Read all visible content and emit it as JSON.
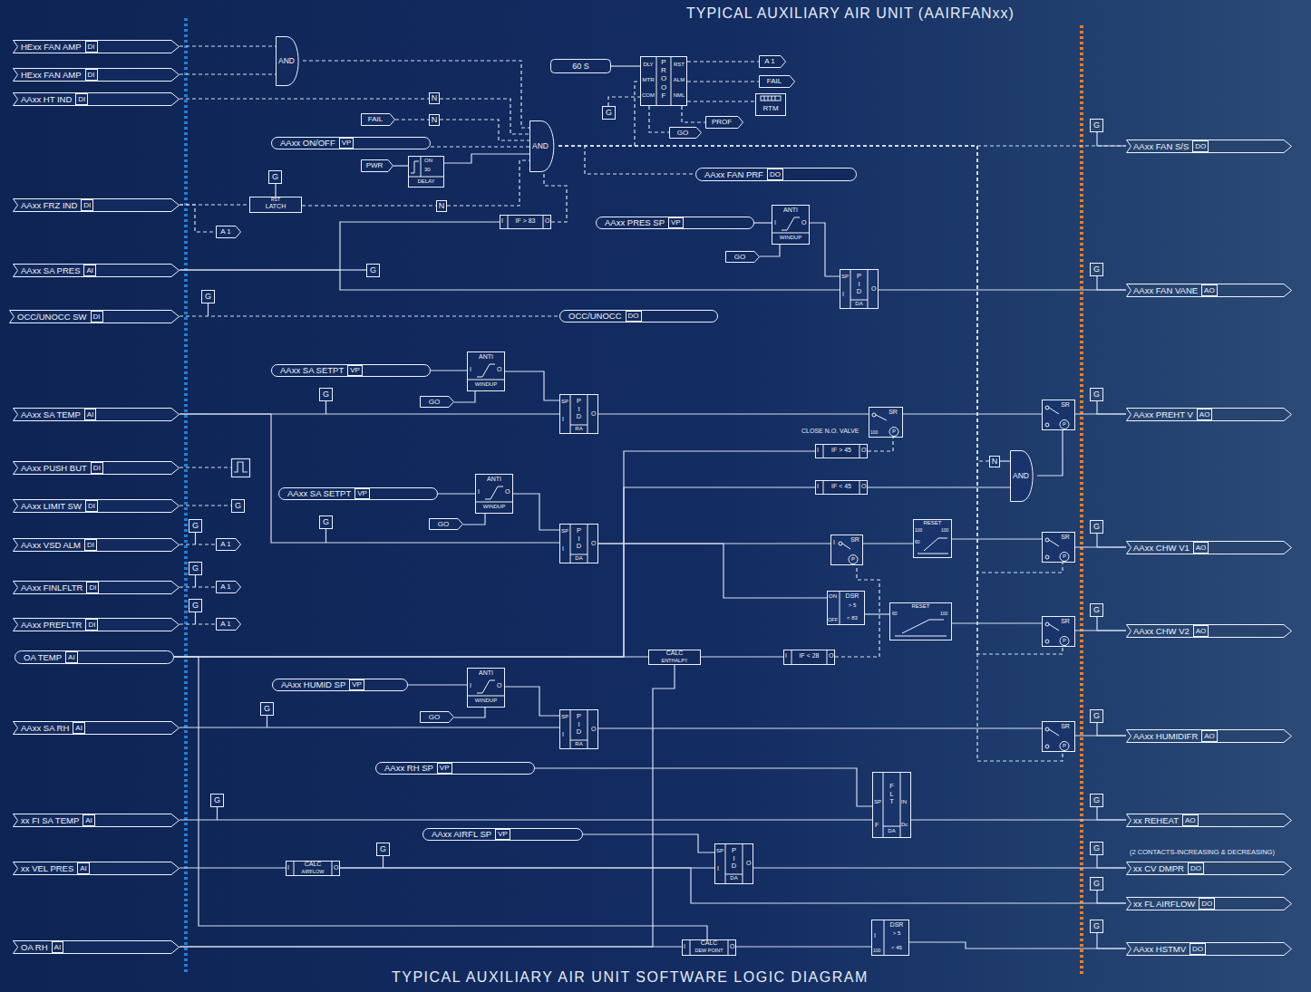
{
  "diagram": {
    "title": "TYPICAL AUXILIARY AIR UNIT (AAIRFANxx)",
    "caption": "TYPICAL AUXILIARY AIR UNIT SOFTWARE LOGIC DIAGRAM",
    "nodes": [
      {
        "text": [
          "HExx FAN AMP",
          "DI"
        ]
      },
      {
        "text": [
          "HExx FAN AMP",
          "DI"
        ]
      },
      {
        "text": [
          "AND"
        ]
      },
      {
        "text": [
          "60 S"
        ]
      },
      {
        "text": [
          "DLY",
          "MTR",
          "COM",
          "P R O O F",
          "RST",
          "ALM",
          "NML"
        ]
      },
      {
        "text": [
          "A 1"
        ]
      },
      {
        "text": [
          "FAIL"
        ]
      },
      {
        "text": [
          "RTM"
        ]
      },
      {
        "text": [
          "AAxx HT IND",
          "DI"
        ]
      },
      {
        "text": [
          "N"
        ]
      },
      {
        "text": [
          "G"
        ]
      },
      {
        "text": [
          "PROF"
        ]
      },
      {
        "text": [
          "FAIL"
        ]
      },
      {
        "text": [
          "N"
        ]
      },
      {
        "text": [
          "GO"
        ]
      },
      {
        "text": [
          "AND"
        ]
      },
      {
        "text": [
          "AAxx ON/OFF",
          "VP"
        ]
      },
      {
        "text": [
          "G"
        ]
      },
      {
        "text": [
          "AAxx FAN S/S",
          "DO"
        ]
      },
      {
        "text": [
          "PWR"
        ]
      },
      {
        "text": [
          "ON",
          "30",
          "DELAY"
        ]
      },
      {
        "text": [
          "G"
        ]
      },
      {
        "text": [
          "AAxx FAN PRF",
          "DO"
        ]
      },
      {
        "text": [
          "AAxx FRZ IND",
          "DI"
        ]
      },
      {
        "text": [
          "RST",
          "LATCH"
        ]
      },
      {
        "text": [
          "N"
        ]
      },
      {
        "text": [
          "I",
          "IF > 83",
          "O"
        ]
      },
      {
        "text": [
          "AAxx PRES SP",
          "VP"
        ]
      },
      {
        "text": [
          "ANTI",
          "I",
          "O",
          "WINDUP"
        ]
      },
      {
        "text": [
          "A 1"
        ]
      },
      {
        "text": [
          "GO"
        ]
      },
      {
        "text": [
          "AAxx SA PRES",
          "AI"
        ]
      },
      {
        "text": [
          "G"
        ]
      },
      {
        "text": [
          "SP",
          "I",
          "P I D",
          "O",
          "DA"
        ]
      },
      {
        "text": [
          "G"
        ]
      },
      {
        "text": [
          "AAxx FAN VANE",
          "AO"
        ]
      },
      {
        "text": [
          "G"
        ]
      },
      {
        "text": [
          "OCC/UNOCC SW",
          "DI"
        ]
      },
      {
        "text": [
          "OCC/UNOCC",
          "DO"
        ]
      },
      {
        "text": [
          "AAxx SA SETPT",
          "VP"
        ]
      },
      {
        "text": [
          "ANTI",
          "I",
          "O",
          "WINDUP"
        ]
      },
      {
        "text": [
          "G"
        ]
      },
      {
        "text": [
          "GO"
        ]
      },
      {
        "text": [
          "AAxx SA TEMP",
          "AI"
        ]
      },
      {
        "text": [
          "SP",
          "I",
          "P I D",
          "O",
          "RA"
        ]
      },
      {
        "text": [
          "SR",
          "100",
          "P"
        ]
      },
      {
        "text": [
          "G"
        ]
      },
      {
        "text": [
          "SR",
          "P"
        ]
      },
      {
        "text": [
          "AAxx PREHT V",
          "AO"
        ]
      },
      {
        "text": [
          "I",
          "IF > 45",
          "O"
        ]
      },
      {
        "text": [
          "N"
        ]
      },
      {
        "text": [
          "AND"
        ]
      },
      {
        "text": [
          "AAxx PUSH BUT",
          "DI"
        ]
      },
      {
        "text": [
          "I",
          "IF < 45",
          "O"
        ]
      },
      {
        "text": [
          "AAxx SA SETPT",
          "VP"
        ]
      },
      {
        "text": [
          "ANTI",
          "I",
          "O",
          "WINDUP"
        ]
      },
      {
        "text": [
          "AAxx LIMIT SW",
          "DI"
        ]
      },
      {
        "text": [
          "G"
        ]
      },
      {
        "text": [
          "G"
        ]
      },
      {
        "text": [
          "GO"
        ]
      },
      {
        "text": [
          "G"
        ]
      },
      {
        "text": [
          "RESET",
          "100",
          "100",
          "60"
        ]
      },
      {
        "text": [
          "G"
        ]
      },
      {
        "text": [
          "SP",
          "I",
          "P I D",
          "O",
          "DA"
        ]
      },
      {
        "text": [
          "I",
          "SR",
          "P"
        ]
      },
      {
        "text": [
          "SR",
          "P"
        ]
      },
      {
        "text": [
          "AAxx VSD ALM",
          "DI"
        ]
      },
      {
        "text": [
          "A 1"
        ]
      },
      {
        "text": [
          "AAxx CHW V1",
          "AO"
        ]
      },
      {
        "text": [
          "G"
        ]
      },
      {
        "text": [
          "AAxx FINLFLTR",
          "DI"
        ]
      },
      {
        "text": [
          "A 1"
        ]
      },
      {
        "text": [
          "ON",
          "DSR",
          "> 5",
          "OFF",
          "< 83"
        ]
      },
      {
        "text": [
          "G"
        ]
      },
      {
        "text": [
          "G"
        ]
      },
      {
        "text": [
          "RESET",
          "60",
          "100"
        ]
      },
      {
        "text": [
          "SR",
          "P"
        ]
      },
      {
        "text": [
          "AAxx PREFLTR",
          "DI"
        ]
      },
      {
        "text": [
          "A 1"
        ]
      },
      {
        "text": [
          "AAxx CHW V2",
          "AO"
        ]
      },
      {
        "text": [
          "OA TEMP",
          "AI"
        ]
      },
      {
        "text": [
          "CALC",
          "ENTHALPY"
        ]
      },
      {
        "text": [
          "I",
          "IF < 28",
          "O"
        ]
      },
      {
        "text": [
          "AAxx HUMID SP",
          "VP"
        ]
      },
      {
        "text": [
          "ANTI",
          "I",
          "O",
          "WINDUP"
        ]
      },
      {
        "text": [
          "G"
        ]
      },
      {
        "text": [
          "G"
        ]
      },
      {
        "text": [
          "GO"
        ]
      },
      {
        "text": [
          "SP",
          "I",
          "P I D",
          "O",
          "RA"
        ]
      },
      {
        "text": [
          "AAxx SA RH",
          "AI"
        ]
      },
      {
        "text": [
          "SR",
          "P"
        ]
      },
      {
        "text": [
          "AAxx HUMIDIFR",
          "AO"
        ]
      },
      {
        "text": [
          "AAxx RH SP",
          "VP"
        ]
      },
      {
        "text": [
          "G"
        ]
      },
      {
        "text": [
          "G"
        ]
      },
      {
        "text": [
          "SP",
          "F",
          "F L T",
          "DA",
          "IN",
          "Dc"
        ]
      },
      {
        "text": [
          "xx FI SA TEMP",
          "AI"
        ]
      },
      {
        "text": [
          "xx REHEAT",
          "AO"
        ]
      },
      {
        "text": [
          "AAxx AIRFL SP",
          "VP"
        ]
      },
      {
        "text": [
          "G"
        ]
      },
      {
        "text": [
          "G"
        ]
      },
      {
        "text": [
          "SP",
          "I",
          "P I D",
          "O",
          "DA"
        ]
      },
      {
        "text": [
          "I",
          "CALC",
          "AIRFLOW",
          "O"
        ]
      },
      {
        "text": [
          "xx VEL PRES",
          "AI"
        ]
      },
      {
        "text": [
          "xx CV DMPR",
          "DO"
        ]
      },
      {
        "text": [
          "G"
        ]
      },
      {
        "text": [
          "xx FL AIRFLOW",
          "DO"
        ]
      },
      {
        "text": [
          "G"
        ]
      },
      {
        "text": [
          "DSR",
          "> 5",
          "I",
          "100",
          "< 45"
        ]
      },
      {
        "text": [
          "OA RH",
          "AI"
        ]
      },
      {
        "text": [
          "I",
          "CALC",
          "DEW POINT",
          "O"
        ]
      },
      {
        "text": [
          "AAxx HSTMV",
          "DO"
        ]
      }
    ],
    "edges": [
      {
        "from": 0,
        "to": 2,
        "arrow": "none"
      },
      {
        "from": 1,
        "to": 2,
        "arrow": "none"
      },
      {
        "from": 2,
        "to": 15,
        "arrow": "none"
      },
      {
        "from": 8,
        "to": 9,
        "arrow": "none"
      },
      {
        "from": 9,
        "to": 15,
        "arrow": "none"
      },
      {
        "from": 12,
        "to": 13,
        "arrow": "none"
      },
      {
        "from": 13,
        "to": 15,
        "arrow": "none"
      },
      {
        "from": 16,
        "to": 15,
        "arrow": "none"
      },
      {
        "from": 19,
        "to": 20,
        "arrow": "none"
      },
      {
        "from": 20,
        "to": 15,
        "arrow": "none"
      },
      {
        "from": 23,
        "to": 24,
        "arrow": "none"
      },
      {
        "from": 24,
        "to": 25,
        "arrow": "none"
      },
      {
        "from": 25,
        "to": 15,
        "arrow": "none"
      },
      {
        "from": 26,
        "to": 15,
        "arrow": "none"
      },
      {
        "from": 15,
        "to": 22,
        "arrow": "none"
      },
      {
        "from": 15,
        "to": 18,
        "arrow": "none"
      },
      {
        "from": 17,
        "to": 18,
        "arrow": "none"
      },
      {
        "from": 3,
        "to": 4,
        "arrow": "none"
      },
      {
        "from": 15,
        "to": 4,
        "arrow": "none"
      },
      {
        "from": 10,
        "to": 4,
        "arrow": "none"
      },
      {
        "from": 4,
        "to": 5,
        "arrow": "none"
      },
      {
        "from": 4,
        "to": 6,
        "arrow": "none"
      },
      {
        "from": 4,
        "to": 7,
        "arrow": "none"
      },
      {
        "from": 4,
        "to": 11,
        "arrow": "none"
      },
      {
        "from": 4,
        "to": 14,
        "arrow": "none"
      },
      {
        "from": 23,
        "to": 29,
        "arrow": "none"
      },
      {
        "from": 21,
        "to": 24,
        "arrow": "none"
      },
      {
        "from": 31,
        "to": 26,
        "arrow": "none"
      },
      {
        "from": 31,
        "to": 33,
        "arrow": "none"
      },
      {
        "from": 27,
        "to": 28,
        "arrow": "none"
      },
      {
        "from": 30,
        "to": 28,
        "arrow": "none"
      },
      {
        "from": 28,
        "to": 33,
        "arrow": "none"
      },
      {
        "from": 33,
        "to": 35,
        "arrow": "none"
      },
      {
        "from": 34,
        "to": 35,
        "arrow": "none"
      },
      {
        "from": 37,
        "to": 38,
        "arrow": "none"
      },
      {
        "from": 39,
        "to": 40,
        "arrow": "none"
      },
      {
        "from": 42,
        "to": 40,
        "arrow": "none"
      },
      {
        "from": 40,
        "to": 44,
        "arrow": "none"
      },
      {
        "from": 43,
        "to": 44,
        "arrow": "none"
      },
      {
        "from": 44,
        "to": 45,
        "arrow": "none"
      },
      {
        "from": 45,
        "to": 47,
        "arrow": "none"
      },
      {
        "from": 47,
        "to": 48,
        "arrow": "none"
      },
      {
        "from": 46,
        "to": 48,
        "arrow": "none"
      },
      {
        "from": 49,
        "to": 45,
        "arrow": "none"
      },
      {
        "from": 53,
        "to": 51,
        "arrow": "none"
      },
      {
        "from": 50,
        "to": 51,
        "arrow": "none"
      },
      {
        "from": 51,
        "to": 47,
        "arrow": "none"
      },
      {
        "from": 15,
        "to": 50,
        "arrow": "none"
      },
      {
        "from": 54,
        "to": 55,
        "arrow": "none"
      },
      {
        "from": 59,
        "to": 55,
        "arrow": "none"
      },
      {
        "from": 55,
        "to": 63,
        "arrow": "none"
      },
      {
        "from": 43,
        "to": 63,
        "arrow": "none"
      },
      {
        "from": 63,
        "to": 64,
        "arrow": "none"
      },
      {
        "from": 64,
        "to": 61,
        "arrow": "none"
      },
      {
        "from": 61,
        "to": 65,
        "arrow": "none"
      },
      {
        "from": 65,
        "to": 68,
        "arrow": "none"
      },
      {
        "from": 62,
        "to": 68,
        "arrow": "none"
      },
      {
        "from": 63,
        "to": 72,
        "arrow": "none"
      },
      {
        "from": 72,
        "to": 75,
        "arrow": "none"
      },
      {
        "from": 75,
        "to": 76,
        "arrow": "none"
      },
      {
        "from": 76,
        "to": 79,
        "arrow": "none"
      },
      {
        "from": 73,
        "to": 79,
        "arrow": "none"
      },
      {
        "from": 82,
        "to": 64,
        "arrow": "none"
      },
      {
        "from": 80,
        "to": 81,
        "arrow": "none"
      },
      {
        "from": 81,
        "to": 82,
        "arrow": "none"
      },
      {
        "from": 80,
        "to": 49,
        "arrow": "none"
      },
      {
        "from": 80,
        "to": 53,
        "arrow": "none"
      },
      {
        "from": 83,
        "to": 84,
        "arrow": "none"
      },
      {
        "from": 87,
        "to": 84,
        "arrow": "none"
      },
      {
        "from": 84,
        "to": 88,
        "arrow": "none"
      },
      {
        "from": 89,
        "to": 88,
        "arrow": "none"
      },
      {
        "from": 88,
        "to": 90,
        "arrow": "none"
      },
      {
        "from": 90,
        "to": 91,
        "arrow": "none"
      },
      {
        "from": 86,
        "to": 91,
        "arrow": "none"
      },
      {
        "from": 92,
        "to": 95,
        "arrow": "none"
      },
      {
        "from": 96,
        "to": 95,
        "arrow": "none"
      },
      {
        "from": 95,
        "to": 97,
        "arrow": "none"
      },
      {
        "from": 94,
        "to": 97,
        "arrow": "none"
      },
      {
        "from": 98,
        "to": 101,
        "arrow": "none"
      },
      {
        "from": 103,
        "to": 102,
        "arrow": "none"
      },
      {
        "from": 102,
        "to": 101,
        "arrow": "none"
      },
      {
        "from": 101,
        "to": 104,
        "arrow": "none"
      },
      {
        "from": 102,
        "to": 106,
        "arrow": "none"
      },
      {
        "from": 100,
        "to": 104,
        "arrow": "none"
      },
      {
        "from": 105,
        "to": 106,
        "arrow": "none"
      },
      {
        "from": 109,
        "to": 110,
        "arrow": "none"
      },
      {
        "from": 80,
        "to": 110,
        "arrow": "none"
      },
      {
        "from": 110,
        "to": 108,
        "arrow": "none"
      },
      {
        "from": 108,
        "to": 111,
        "arrow": "none"
      },
      {
        "from": 107,
        "to": 111,
        "arrow": "none"
      },
      {
        "from": 109,
        "to": 81,
        "arrow": "none"
      },
      {
        "from": 15,
        "to": 65,
        "arrow": "none"
      },
      {
        "from": 15,
        "to": 76,
        "arrow": "none"
      },
      {
        "from": 15,
        "to": 90,
        "arrow": "none"
      },
      {
        "from": 66,
        "to": 67,
        "arrow": "none"
      },
      {
        "from": 70,
        "to": 71,
        "arrow": "none"
      },
      {
        "from": 77,
        "to": 78,
        "arrow": "none"
      },
      {
        "from": 56,
        "to": 57,
        "arrow": "none"
      }
    ],
    "labels": [
      "CLOSE N.O. VALVE",
      "(2 CONTACTS-INCREASING & DECREASING)"
    ]
  }
}
